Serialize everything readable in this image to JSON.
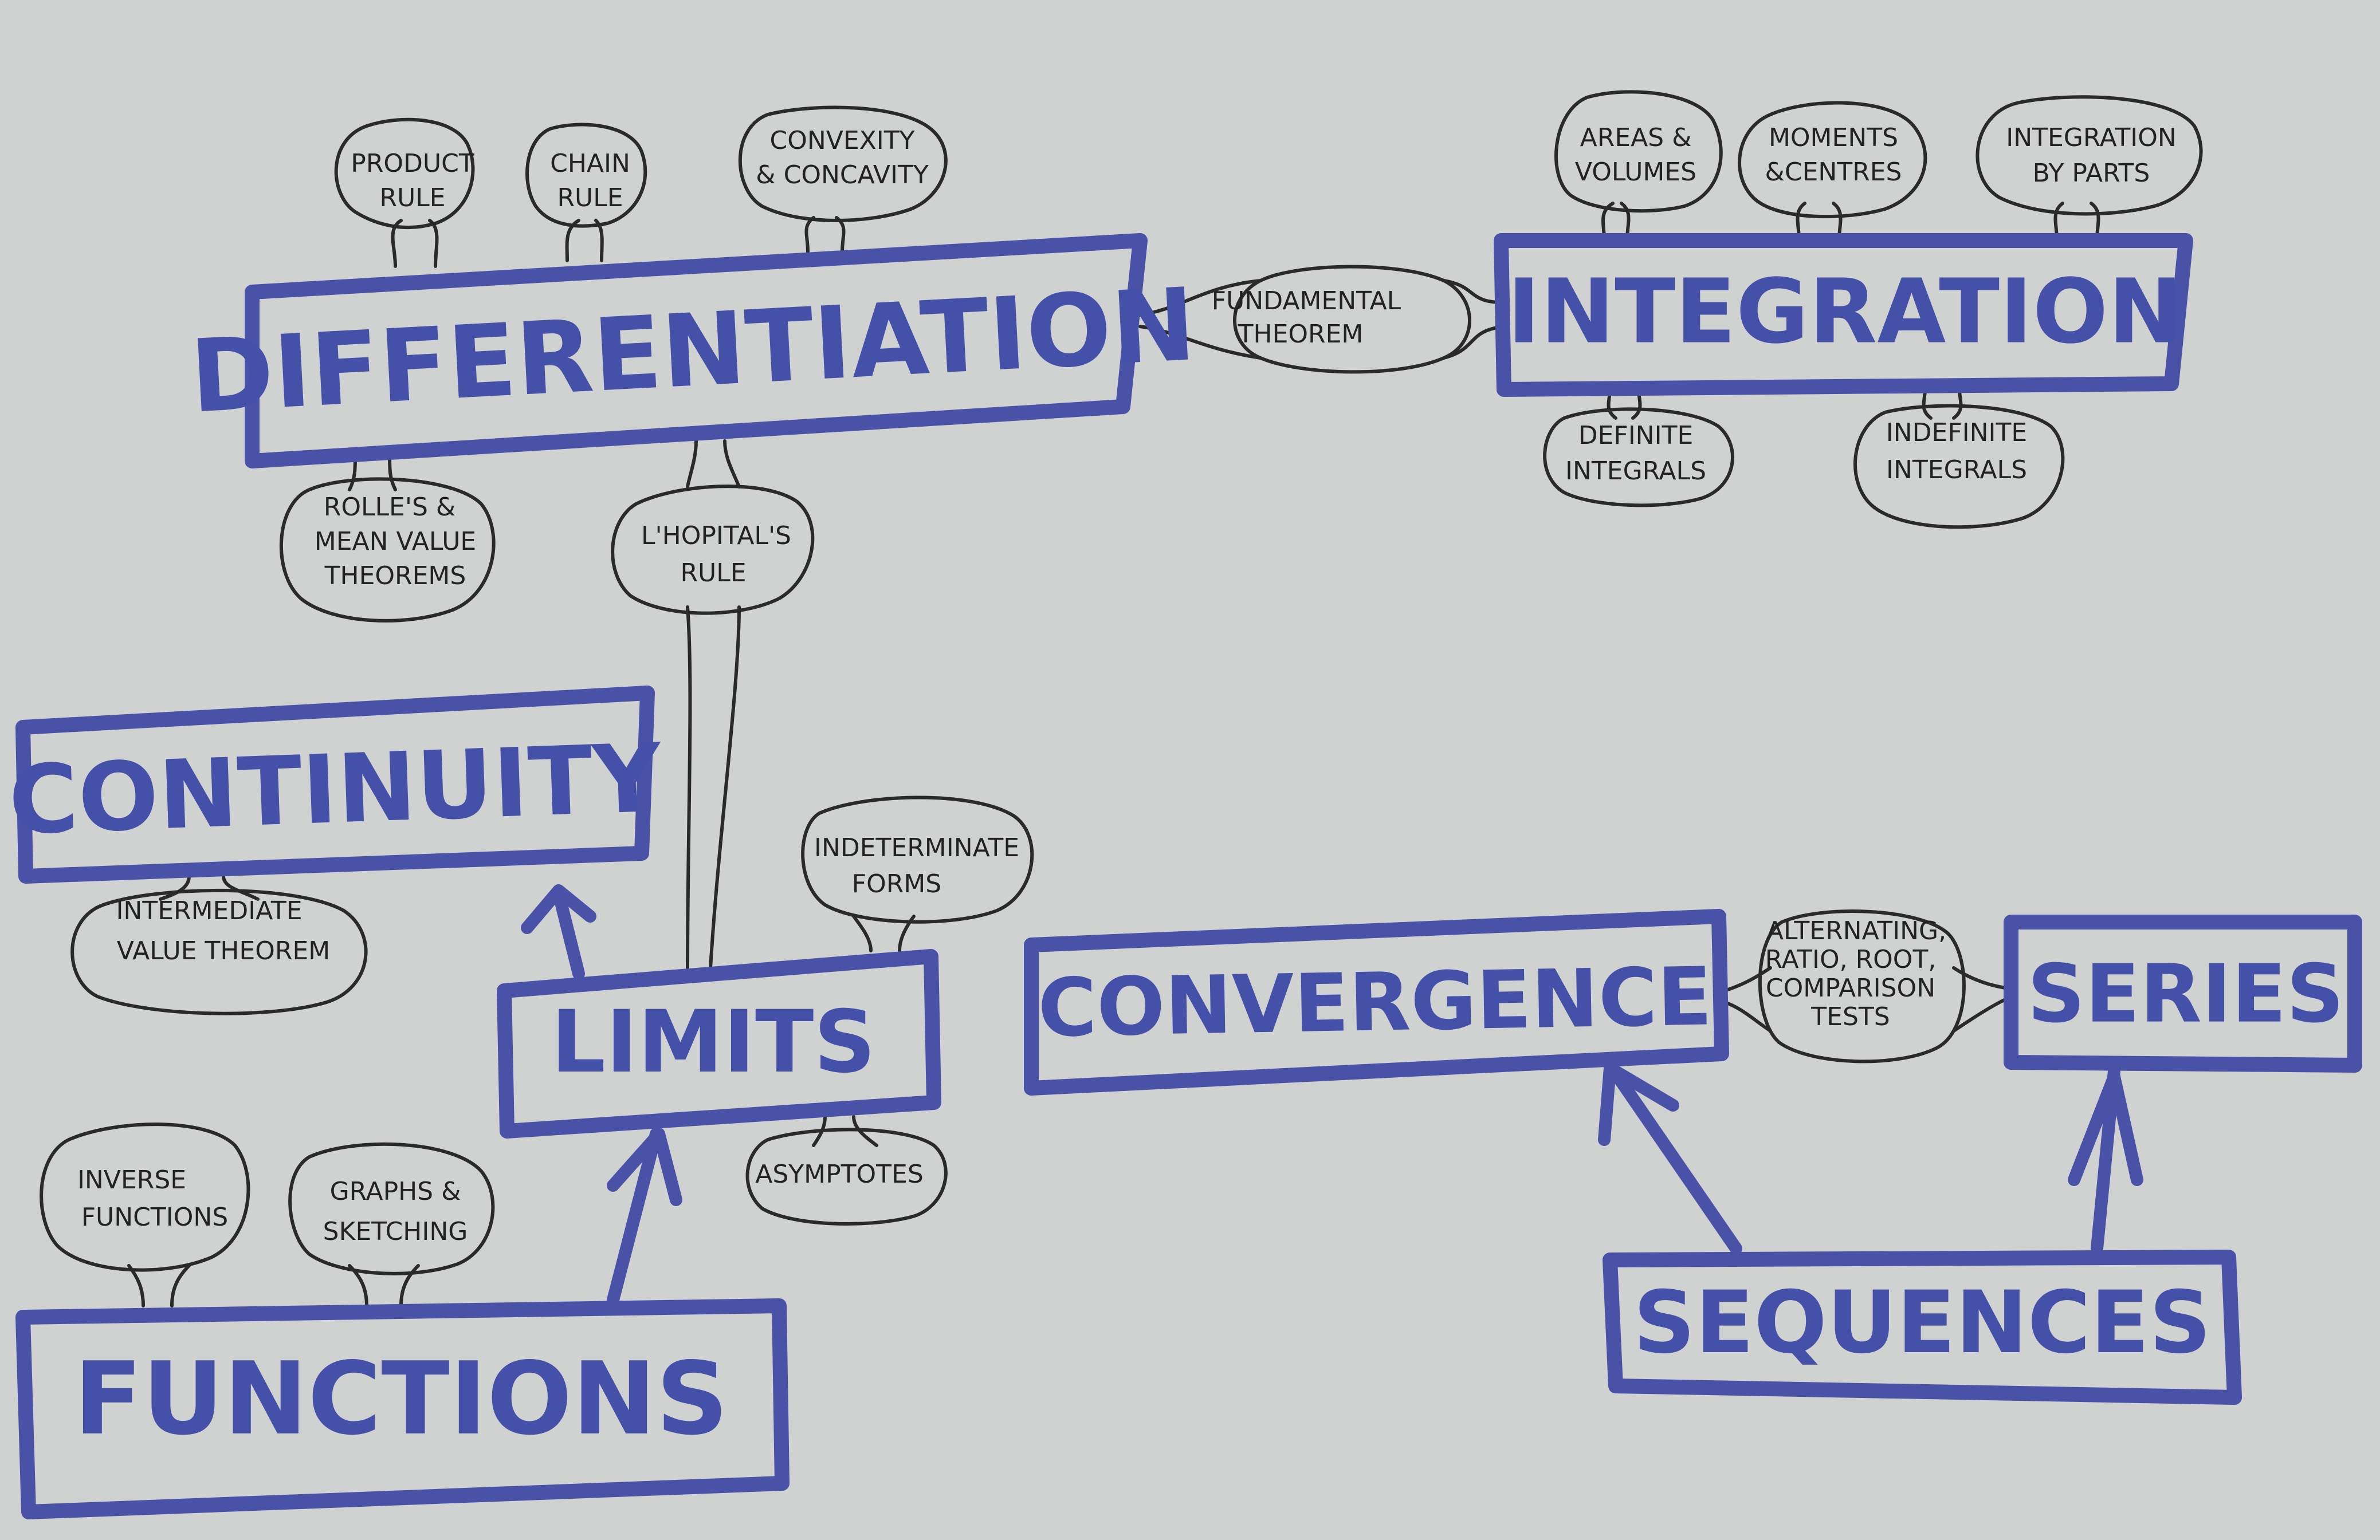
{
  "palette": {
    "paper": "#cfd2d1",
    "topic_ink": "#4a52a8",
    "pen_ink": "#2a2a2a"
  },
  "topics": {
    "differentiation": "DIFFERENTIATION",
    "integration": "INTEGRATION",
    "continuity": "CONTINUITY",
    "limits": "LIMITS",
    "functions": "FUNCTIONS",
    "convergence": "CONVERGENCE",
    "series": "SERIES",
    "sequences": "SEQUENCES"
  },
  "subtopics": {
    "product_rule": [
      "PRODUCT",
      "RULE"
    ],
    "chain_rule": [
      "CHAIN",
      "RULE"
    ],
    "convexity": [
      "CONVEXITY",
      "& CONCAVITY"
    ],
    "areas_volumes": [
      "AREAS &",
      "VOLUMES"
    ],
    "moments_centres": [
      "MOMENTS",
      "&CENTRES"
    ],
    "integration_by_parts": [
      "INTEGRATION",
      "BY PARTS"
    ],
    "fundamental_theorem": [
      "FUNDAMENTAL",
      "THEOREM"
    ],
    "definite_integrals": [
      "DEFINITE",
      "INTEGRALS"
    ],
    "indefinite_integrals": [
      "INDEFINITE",
      "INTEGRALS"
    ],
    "rolles_mvt": [
      "ROLLE'S &",
      "MEAN VALUE",
      "THEOREMS"
    ],
    "lhopitals_rule": [
      "L'HOPITAL'S",
      "RULE"
    ],
    "ivt": [
      "INTERMEDIATE",
      "VALUE THEOREM"
    ],
    "indeterminate_forms": [
      "INDETERMINATE",
      "FORMS"
    ],
    "asymptotes": [
      "ASYMPTOTES"
    ],
    "inverse_functions": [
      "INVERSE",
      "FUNCTIONS"
    ],
    "graphs_sketching": [
      "GRAPHS &",
      "SKETCHING"
    ],
    "convergence_tests": [
      "ALTERNATING,",
      "RATIO, ROOT,",
      "COMPARISON",
      "TESTS"
    ]
  }
}
